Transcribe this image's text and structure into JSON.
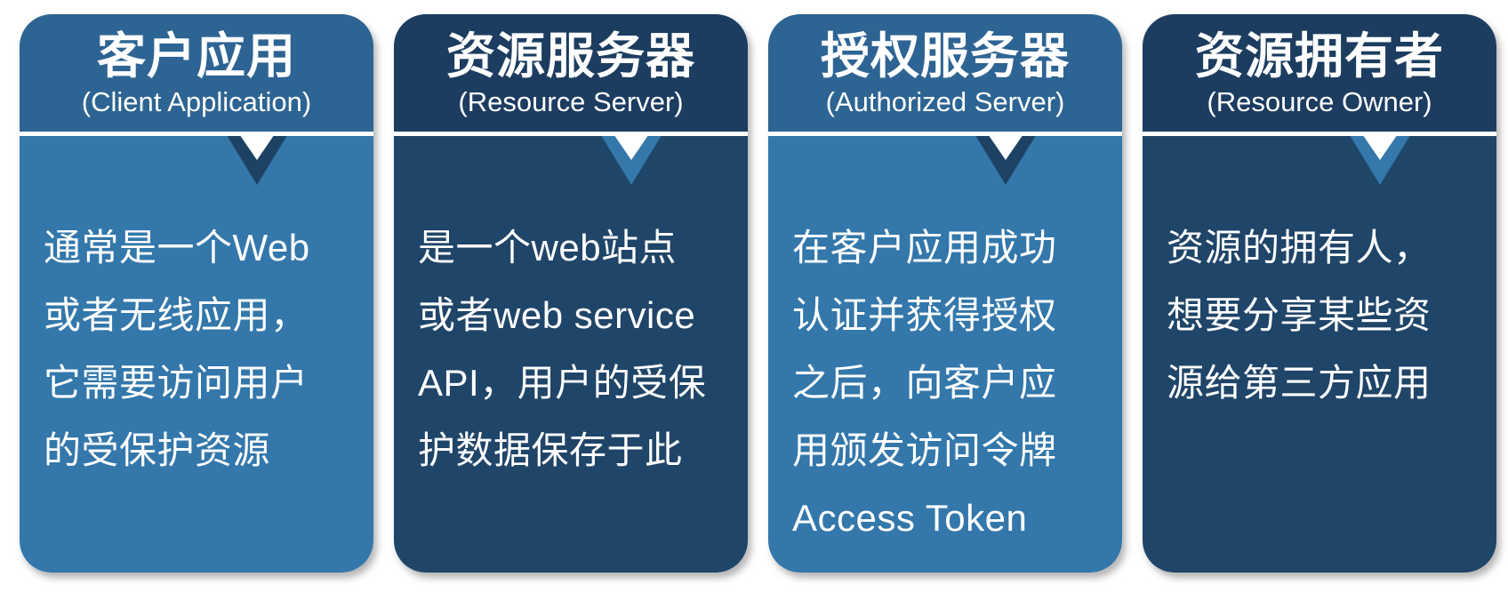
{
  "page": {
    "description_type": "oauth-roles-diagram"
  },
  "colors": {
    "page_background": "#FFFFFF",
    "light_card_header": "#2D6493",
    "light_card_body": "#3377AB",
    "dark_card_header": "#1C3D60",
    "dark_card_body": "#1F4568",
    "chevron_on_light": "#1E4263",
    "chevron_on_dark": "#3478AC",
    "chevron_notch": "#FFFFFF",
    "separator_line": "#FFFFFF",
    "text": "#FFFFFF"
  },
  "icons": {
    "card_arrow": "chevron-down-icon"
  },
  "cards": [
    {
      "id": "client-application",
      "style": "light",
      "title": "客户应用",
      "subtitle": "(Client Application)",
      "body_lines": [
        "通常是一个Web",
        "或者无线应用，",
        "它需要访问用户",
        "的受保护资源"
      ]
    },
    {
      "id": "resource-server",
      "style": "dark",
      "title": "资源服务器",
      "subtitle": "(Resource Server)",
      "body_lines": [
        "是一个web站点",
        "或者web service",
        "API，用户的受保",
        "护数据保存于此"
      ]
    },
    {
      "id": "authorized-server",
      "style": "light",
      "title": "授权服务器",
      "subtitle": "(Authorized Server)",
      "body_lines": [
        "在客户应用成功",
        "认证并获得授权",
        "之后，向客户应",
        "用颁发访问令牌",
        "Access Token"
      ]
    },
    {
      "id": "resource-owner",
      "style": "dark",
      "title": "资源拥有者",
      "subtitle": "(Resource Owner)",
      "body_lines": [
        "资源的拥有人，",
        "想要分享某些资",
        "源给第三方应用"
      ]
    }
  ]
}
